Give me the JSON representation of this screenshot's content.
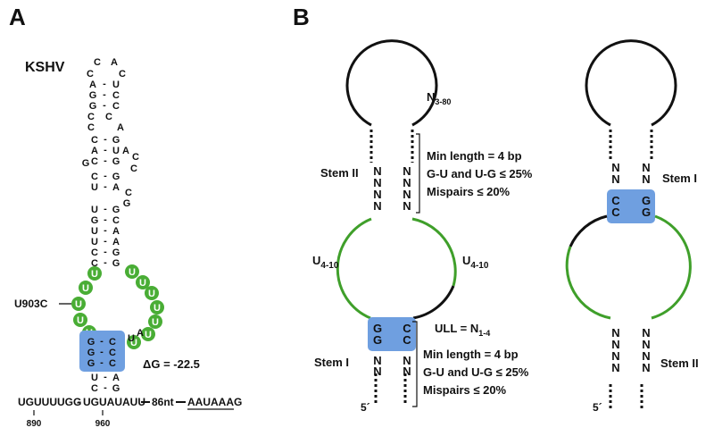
{
  "panels": {
    "a": "A",
    "b": "B"
  },
  "panel_a": {
    "species": "KSHV",
    "hairpin_loop": [
      "C",
      "A",
      "C",
      "C"
    ],
    "upper_pairs": [
      [
        "A",
        "U"
      ],
      [
        "G",
        "C"
      ],
      [
        "G",
        "C"
      ],
      [
        "C",
        "C"
      ],
      [
        "C",
        "A"
      ],
      [
        "C",
        "G"
      ],
      [
        "A",
        "U"
      ],
      [
        "C",
        "G"
      ]
    ],
    "upper_bulge_left": "G",
    "upper_bulge_right": [
      "A",
      "C",
      "C"
    ],
    "mid_pairs": [
      [
        "C",
        "G"
      ],
      [
        "U",
        "A"
      ]
    ],
    "mid_bulge_right": [
      "C",
      "G"
    ],
    "lower_pairs": [
      [
        "U",
        "G"
      ],
      [
        "G",
        "C"
      ],
      [
        "U",
        "A"
      ],
      [
        "U",
        "A"
      ],
      [
        "C",
        "G"
      ],
      [
        "C",
        "G"
      ]
    ],
    "u_left": [
      "U",
      "U",
      "U",
      "U",
      "U"
    ],
    "u_right": [
      "U",
      "U",
      "U",
      "U",
      "U",
      "U",
      "U"
    ],
    "gc_stem": [
      [
        "G",
        "C"
      ],
      [
        "G",
        "C"
      ],
      [
        "G",
        "C"
      ]
    ],
    "unpaired_ua": [
      "U",
      "A"
    ],
    "bottom_pairs": [
      [
        "U",
        "A"
      ],
      [
        "C",
        "G"
      ]
    ],
    "mutation": "U903C",
    "delta_g": "ΔG = -22.5",
    "seq_left": "UGUUUUGG",
    "seq_dash": "-",
    "seq_mid": "UGUAUAUU",
    "seq_gap": "86nt",
    "seq_polya": "AAUAAA",
    "seq_end": "G",
    "pos1": "890",
    "pos2": "960",
    "colors": {
      "u_circle": "#49ad35",
      "gc_box": "#6f9fe0",
      "text": "#111111"
    }
  },
  "panel_b": {
    "left": {
      "loop_label_base": "N",
      "loop_label_sub": "3-80",
      "stem2_label": "Stem II",
      "stem2_n_left": [
        "N",
        "N",
        "N",
        "N"
      ],
      "stem2_n_right": [
        "N",
        "N",
        "N",
        "N"
      ],
      "constraints_top": [
        "Min length = 4 bp",
        "G-U and U-G ≤ 25%",
        "Mispairs ≤ 20%"
      ],
      "u_left_base": "U",
      "u_left_sub": "4-10",
      "u_right_base": "U",
      "u_right_sub": "4-10",
      "ull_base": "ULL = N",
      "ull_sub": "1-4",
      "box_left": [
        "G",
        "G"
      ],
      "box_right": [
        "C",
        "C"
      ],
      "stem1_label": "Stem I",
      "stem1_n_left": [
        "N",
        "N"
      ],
      "stem1_n_right": [
        "N",
        "N"
      ],
      "constraints_bottom": [
        "Min length = 4 bp",
        "G-U and U-G ≤ 25%",
        "Mispairs ≤ 20%"
      ],
      "five_prime": "5´"
    },
    "right": {
      "stem1_label": "Stem I",
      "stem1_n_left": [
        "N",
        "N"
      ],
      "stem1_n_right": [
        "N",
        "N"
      ],
      "box_left": [
        "C",
        "C"
      ],
      "box_right": [
        "G",
        "G"
      ],
      "stem2_label": "Stem II",
      "stem2_n_left": [
        "N",
        "N",
        "N",
        "N"
      ],
      "stem2_n_right": [
        "N",
        "N",
        "N",
        "N"
      ],
      "five_prime": "5´"
    },
    "colors": {
      "loop_green": "#3f9f2a",
      "box_blue": "#6f9fe0",
      "line_black": "#111111"
    }
  }
}
